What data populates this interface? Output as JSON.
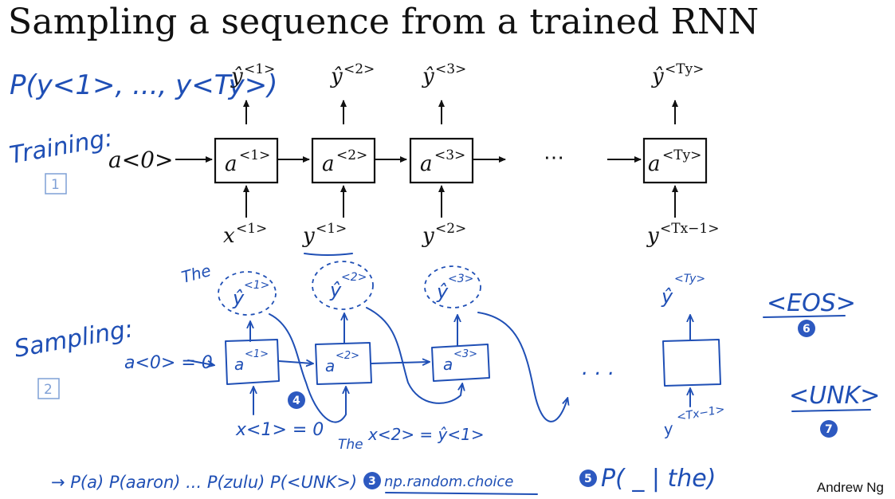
{
  "title": "Sampling a sequence from a trained RNN",
  "author": "Andrew Ng",
  "notes": {
    "joint_prob": "P(y<1>, ..., y<Ty>)",
    "training": "Training:",
    "sampling": "Sampling:",
    "a0_init": "a<0> = 0",
    "x1_init": "x<1> = 0",
    "x2_eq": "x<2> = ŷ<1>",
    "the_1": "The",
    "the_2": "The",
    "prob_list": "→ P(a) P(aaron) ... P(zulu) P(<UNK>)",
    "np_choice": "np.random.choice",
    "cond_prob": "P( _ | the)",
    "eos": "<EOS>",
    "unk": "<UNK>",
    "ellipsis_sampling": ". . ."
  },
  "training_row": {
    "a0": "a<0>",
    "ellipsis": "⋯",
    "cells": [
      {
        "state": "a",
        "sup": "<1>",
        "out": "ŷ",
        "out_sup": "<1>",
        "in": "x",
        "in_sup": "<1>"
      },
      {
        "state": "a",
        "sup": "<2>",
        "out": "ŷ",
        "out_sup": "<2>",
        "in": "y",
        "in_sup": "<1>"
      },
      {
        "state": "a",
        "sup": "<3>",
        "out": "ŷ",
        "out_sup": "<3>",
        "in": "y",
        "in_sup": "<2>"
      },
      {
        "state": "a",
        "sup": "<Ty>",
        "out": "ŷ",
        "out_sup": "<Ty>",
        "in": "y",
        "in_sup": "<Tx−1>"
      }
    ]
  },
  "sampling_row": {
    "cells": [
      {
        "state": "a",
        "sup": "<1>",
        "out": "ŷ",
        "out_sup": "<1>"
      },
      {
        "state": "a",
        "sup": "<2>",
        "out": "ŷ",
        "out_sup": "<2>"
      },
      {
        "state": "a",
        "sup": "<3>",
        "out": "ŷ",
        "out_sup": "<3>"
      },
      {
        "state": "",
        "sup": "",
        "out": "ŷ",
        "out_sup": "<Ty>",
        "in": "y",
        "in_sup": "<Tx−1>"
      }
    ]
  },
  "steps": {
    "one": "1",
    "two": "2",
    "three": "3",
    "four": "4",
    "five": "5",
    "six": "6",
    "seven": "7"
  },
  "colors": {
    "ink": "#1f4fb5",
    "badge": "#2d59c0",
    "box": "#7fa0d6"
  }
}
